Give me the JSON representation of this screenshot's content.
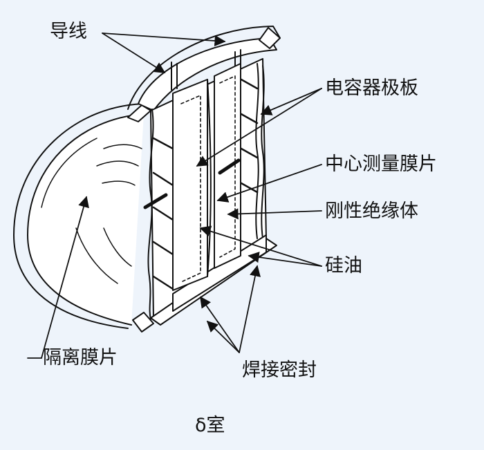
{
  "labels": {
    "wire": "导线",
    "capacitor_plate": "电容器极板",
    "center_diaphragm": "中心测量膜片",
    "rigid_insulator": "刚性绝缘体",
    "silicone_oil": "硅油",
    "isolation_diaphragm": "隔离膜片",
    "weld_seal": "焊接密封",
    "caption": "δ室"
  },
  "colors": {
    "background": "#eef4fb",
    "line": "#111111",
    "fill": "#ffffff"
  }
}
